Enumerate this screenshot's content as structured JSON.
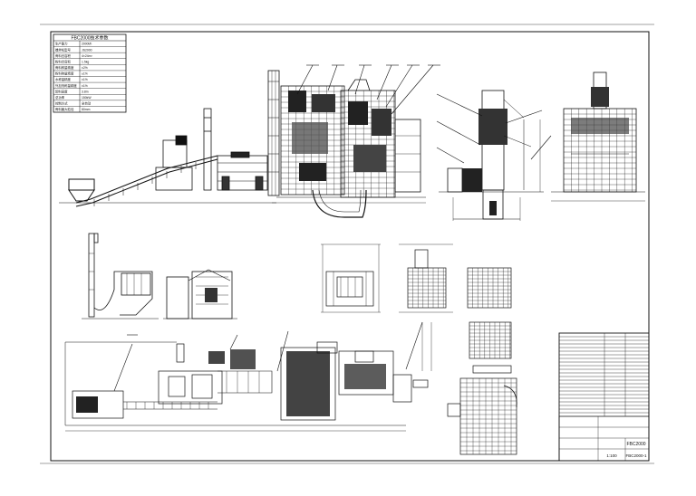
{
  "drawing": {
    "title_block_text": "FBC2000",
    "spec_table": {
      "header": "FBC2000技术参数",
      "rows": [
        {
          "label": "生产能力",
          "value": "2000t/h"
        },
        {
          "label": "搅拌机型号",
          "value": "JS2000"
        },
        {
          "label": "骨料仓容积",
          "value": "4×24m³"
        },
        {
          "label": "粉料仓容积",
          "value": "1.5kg"
        },
        {
          "label": "骨料称量精度",
          "value": "±2%"
        },
        {
          "label": "粉料称量精度",
          "value": "±1%"
        },
        {
          "label": "水称量精度",
          "value": "±1%"
        },
        {
          "label": "外加剂称量精度",
          "value": "±1%"
        },
        {
          "label": "卸料高度",
          "value": "3.8m"
        },
        {
          "label": "总功率",
          "value": "150kW"
        },
        {
          "label": "控制方式",
          "value": "全自动"
        },
        {
          "label": "骨料最大粒径",
          "value": "80mm"
        }
      ]
    },
    "title_block": {
      "drawing_no": "FBC2000-1",
      "scale": "1:100"
    }
  }
}
